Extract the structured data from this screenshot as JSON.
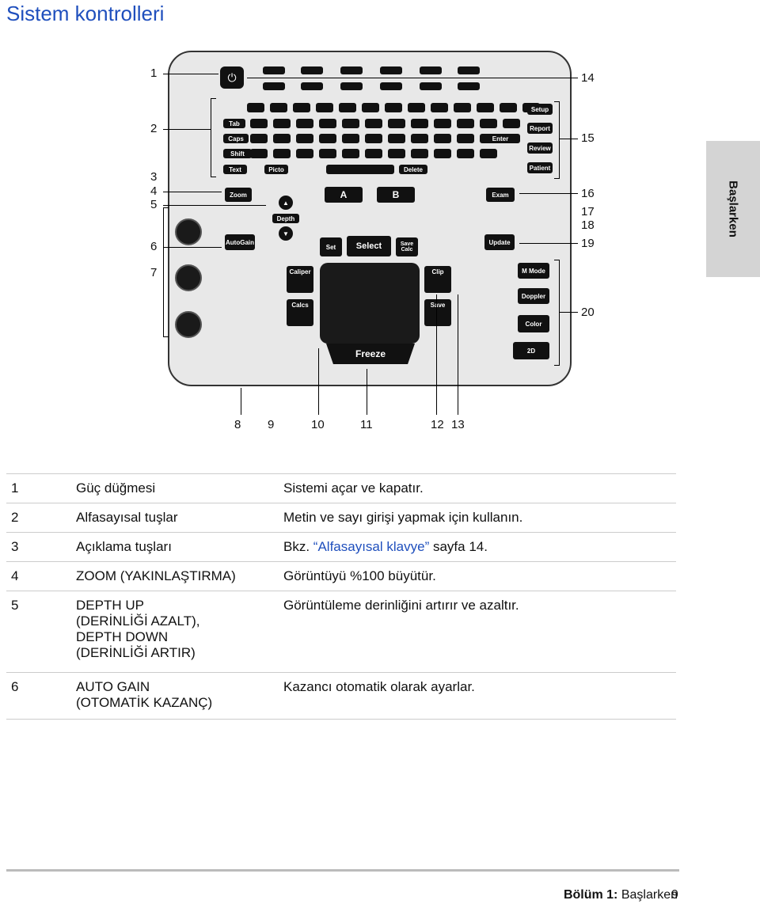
{
  "title": "Sistem kontrolleri",
  "side_tab": "Başlarken",
  "callouts": {
    "n1": "1",
    "n2": "2",
    "n3": "3",
    "n4": "4",
    "n5": "5",
    "n6": "6",
    "n7": "7",
    "n8": "8",
    "n9": "9",
    "n10": "10",
    "n11": "11",
    "n12": "12",
    "n13": "13",
    "n14": "14",
    "n15": "15",
    "n16": "16",
    "n17": "17",
    "n18": "18",
    "n19": "19",
    "n20": "20"
  },
  "keys": {
    "setup": "Setup",
    "report": "Report",
    "review": "Review",
    "patient": "Patient",
    "tab": "Tab",
    "caps": "Caps",
    "shift": "Shift",
    "text": "Text",
    "picto": "Picto",
    "delete": "Delete",
    "enter": "Enter",
    "zoom": "Zoom",
    "depth": "Depth",
    "autogain": "AutoGain",
    "a": "A",
    "b": "B",
    "exam": "Exam",
    "set": "Set",
    "select": "Select",
    "save_calc": "Save Calc",
    "update": "Update",
    "caliper": "Caliper",
    "calcs": "Calcs",
    "clip": "Clip",
    "save": "Save",
    "mmode": "M Mode",
    "doppler": "Doppler",
    "color": "Color",
    "twod": "2D",
    "freeze": "Freeze"
  },
  "rows": [
    {
      "num": "1",
      "name": "Güç düğmesi",
      "desc": "Sistemi açar ve kapatır."
    },
    {
      "num": "2",
      "name": "Alfasayısal tuşlar",
      "desc": "Metin ve sayı girişi yapmak için kullanın."
    },
    {
      "num": "3",
      "name": "Açıklama tuşları",
      "desc_prefix": "Bkz.",
      "desc_link": "“Alfasayısal klavye”",
      "desc_suffix": "sayfa 14."
    },
    {
      "num": "4",
      "name": "ZOOM (YAKINLAŞTIRMA)",
      "desc": "Görüntüyü %100 büyütür."
    },
    {
      "num": "5",
      "name_lines": [
        "DEPTH UP",
        "(DERİNLİĞİ AZALT),",
        "DEPTH DOWN",
        "(DERİNLİĞİ ARTIR)"
      ],
      "desc": "Görüntüleme derinliğini artırır ve azaltır."
    },
    {
      "num": "6",
      "name_lines": [
        "AUTO GAIN",
        "(OTOMATİK KAZANÇ)"
      ],
      "desc": "Kazancı otomatik olarak ayarlar."
    }
  ],
  "footer": {
    "chapter_label": "Bölüm 1:",
    "chapter_name": "Başlarken",
    "page": "9"
  }
}
